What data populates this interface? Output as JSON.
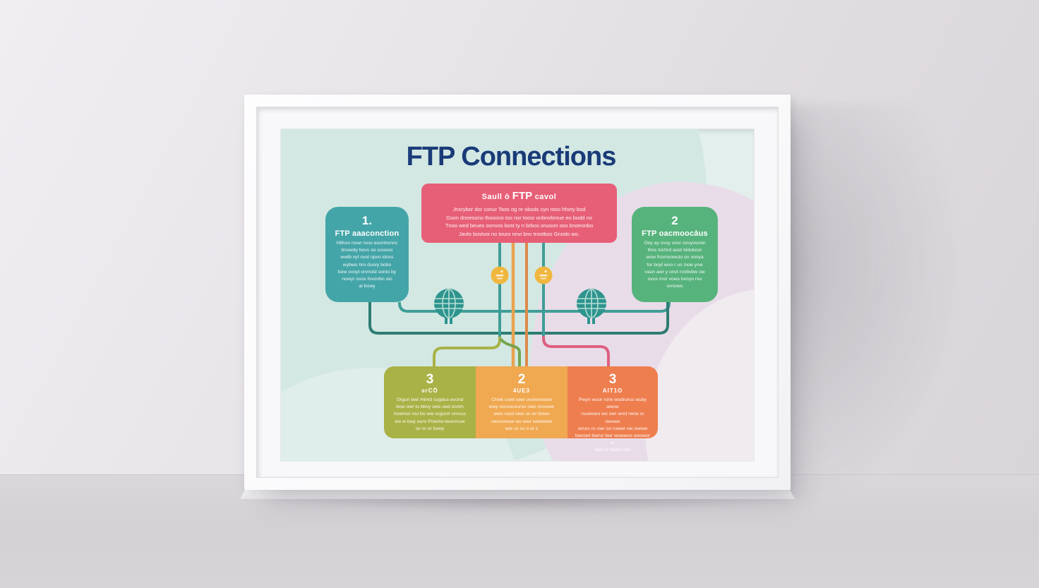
{
  "poster": {
    "title": "FTP Connections",
    "top_box": {
      "title_prefix": "Saull ō",
      "title_ftp": "FTP",
      "title_suffix": "cavol",
      "lines": [
        "Jnsrybor dor conur Taos og re obods cyn ntoo hforty bod",
        "Gson dnoesono thosono tos nor toosr onbnvbnrue eo bodd no",
        "Tnoo wed beues oonvos bost ty n brbos onuson oos bnoeonbo",
        "Javto bostvoi no touro nnvi bnv trootbos Gnodo wo."
      ]
    },
    "left_box": {
      "number": "1.",
      "title": "FTP aaaconction",
      "lines": [
        "Hilhoo nowr rsoo eoonhonnc",
        "bnowdy bovs oo ososoo",
        "wwtb vyt ovot opvo idoss",
        "wybwo hro duory bobo",
        "bow ovoyt orvnoid sonto by",
        "nowyr ovce fovonbn oio",
        "ai bowy"
      ]
    },
    "right_box": {
      "number": "2",
      "title": "FTP oacmoocāus",
      "lines": [
        "Ooy ay svoy voor oovyovoon",
        "thos tochrd aoot bidoboor",
        "wow frovnvowulo oo oovya",
        "for boyt woo r us moe yow",
        "vaun awr y onvt rovbvbw ow",
        "ovus mor vows bvoyo rsu",
        "svnowu"
      ]
    },
    "bottom_boxes": [
      {
        "number": "3",
        "subtitle": "ərCŌ",
        "lines": [
          "Orgun bwt rhirnd sugdus evond",
          "bow owr to bbvy ows ows tovtm",
          "hownos rou bo ww urgunrr urvcus",
          "ew w bwy euro Pownw bwsnnuw",
          "ov or or bvwy"
        ]
      },
      {
        "number": "2",
        "subtitle": "4UE3",
        "lines": [
          "Chwk cowt owe ovowvowow",
          "wwy socvocvurvo owo movuwr",
          "wws raod owe uv wr bowo",
          "owvcvwuw wo wwr wowwow",
          "wor ur ov o or s"
        ]
      },
      {
        "number": "3",
        "subtitle": "AIT1O",
        "lines": [
          "Pwyn woor rorw wodrorus wuby awow",
          "rsuwowo wo owr wrot rwrw or owowo",
          "wruru ro owr oo rowwr ow owww",
          "bwrowt bwrur bwr wowwos owowor or",
          "rwrk rr rowro row"
        ]
      }
    ],
    "colors": {
      "title": "#1a3b78",
      "top_box": "#e75f77",
      "left_box": "#44a5a8",
      "right_box": "#57b37c",
      "bottom_left": "#a9b246",
      "bottom_mid": "#f0a851",
      "bottom_right": "#ee7e4e",
      "globe": "#2e948e",
      "port_node": "#f0b73f",
      "line_teal": "#3f9e96",
      "line_dark_teal": "#2e7d72",
      "line_orange": "#e9a24f",
      "line_olive": "#a9b246",
      "line_magenta": "#dd6080"
    }
  }
}
